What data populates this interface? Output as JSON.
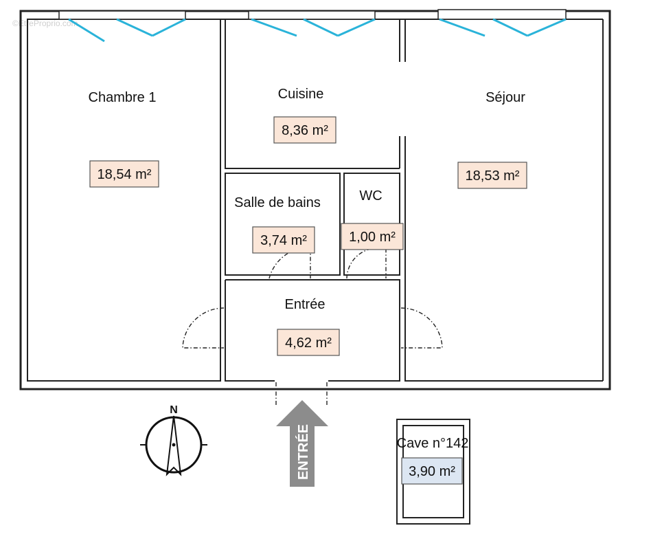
{
  "watermark": "©EtreProprio.com",
  "rooms": {
    "chambre": {
      "name": "Chambre 1",
      "area": "18,54 m²"
    },
    "cuisine": {
      "name": "Cuisine",
      "area": "8,36 m²"
    },
    "sejour": {
      "name": "Séjour",
      "area": "18,53 m²"
    },
    "sdb": {
      "name": "Salle de bains",
      "area": "3,74 m²"
    },
    "wc": {
      "name": "WC",
      "area": "1,00 m²"
    },
    "entree": {
      "name": "Entrée",
      "area": "4,62 m²"
    },
    "cave": {
      "name": "Cave n°142",
      "area": "3,90 m²"
    }
  },
  "entrance_arrow": {
    "label": "ENTRÉE",
    "color": "#8c8c8c"
  },
  "compass": {
    "label": "N"
  },
  "colors": {
    "window": "#2ab3d9",
    "area_box": "#fbe6d8",
    "cave_box": "#dce6f2"
  }
}
